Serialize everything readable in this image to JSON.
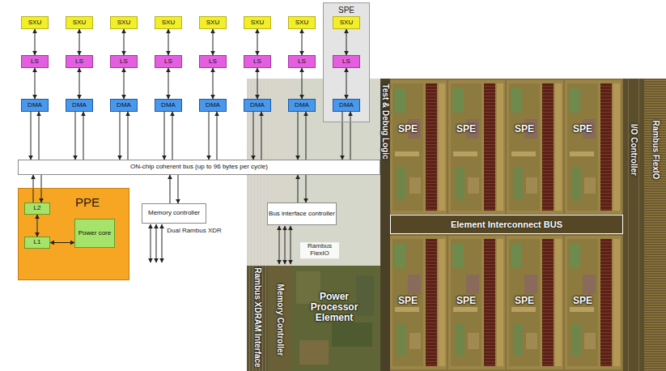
{
  "diagram": {
    "nodes": [
      {
        "text": [
          "SPE"
        ]
      },
      {
        "text": [
          "SXU"
        ]
      },
      {
        "text": [
          "SXU"
        ]
      },
      {
        "text": [
          "SXU"
        ]
      },
      {
        "text": [
          "SXU"
        ]
      },
      {
        "text": [
          "SXU"
        ]
      },
      {
        "text": [
          "SXU"
        ]
      },
      {
        "text": [
          "SXU"
        ]
      },
      {
        "text": [
          "SXU"
        ],
        "in": 0
      },
      {
        "text": [
          "LS"
        ]
      },
      {
        "text": [
          "LS"
        ]
      },
      {
        "text": [
          "LS"
        ]
      },
      {
        "text": [
          "LS"
        ]
      },
      {
        "text": [
          "LS"
        ]
      },
      {
        "text": [
          "LS"
        ]
      },
      {
        "text": [
          "LS"
        ]
      },
      {
        "text": [
          "LS"
        ],
        "in": 0
      },
      {
        "text": [
          "DMA"
        ]
      },
      {
        "text": [
          "DMA"
        ]
      },
      {
        "text": [
          "DMA"
        ]
      },
      {
        "text": [
          "DMA"
        ]
      },
      {
        "text": [
          "DMA"
        ]
      },
      {
        "text": [
          "DMA"
        ]
      },
      {
        "text": [
          "DMA"
        ]
      },
      {
        "text": [
          "DMA"
        ],
        "in": 0
      },
      {
        "text": [
          "ON-chip coherent bus (up to 96 bytes per cycle)"
        ]
      },
      {
        "text": [
          "PPE"
        ]
      },
      {
        "text": [
          "L2"
        ],
        "in": 26
      },
      {
        "text": [
          "L1"
        ],
        "in": 26
      },
      {
        "text": [
          "Power core"
        ],
        "in": 26
      },
      {
        "text": [
          "Memory controller"
        ]
      },
      {
        "text": [
          "Bus interface controller"
        ]
      },
      {
        "text": [
          "Element Interconnect BUS"
        ]
      }
    ],
    "edges": [
      {
        "from": 1,
        "to": 9,
        "arrow": "both"
      },
      {
        "from": 2,
        "to": 10,
        "arrow": "both"
      },
      {
        "from": 3,
        "to": 11,
        "arrow": "both"
      },
      {
        "from": 4,
        "to": 12,
        "arrow": "both"
      },
      {
        "from": 5,
        "to": 13,
        "arrow": "both"
      },
      {
        "from": 6,
        "to": 14,
        "arrow": "both"
      },
      {
        "from": 7,
        "to": 15,
        "arrow": "both"
      },
      {
        "from": 8,
        "to": 16,
        "arrow": "both"
      },
      {
        "from": 9,
        "to": 17,
        "arrow": "both"
      },
      {
        "from": 10,
        "to": 18,
        "arrow": "both"
      },
      {
        "from": 11,
        "to": 19,
        "arrow": "both"
      },
      {
        "from": 12,
        "to": 20,
        "arrow": "both"
      },
      {
        "from": 13,
        "to": 21,
        "arrow": "both"
      },
      {
        "from": 14,
        "to": 22,
        "arrow": "both"
      },
      {
        "from": 15,
        "to": 23,
        "arrow": "both"
      },
      {
        "from": 16,
        "to": 24,
        "arrow": "both"
      },
      {
        "from": 17,
        "to": 25,
        "arrow": "to"
      },
      {
        "from": 18,
        "to": 25,
        "arrow": "to"
      },
      {
        "from": 19,
        "to": 25,
        "arrow": "to"
      },
      {
        "from": 20,
        "to": 25,
        "arrow": "to"
      },
      {
        "from": 21,
        "to": 25,
        "arrow": "to"
      },
      {
        "from": 22,
        "to": 25,
        "arrow": "to"
      },
      {
        "from": 23,
        "to": 25,
        "arrow": "to"
      },
      {
        "from": 24,
        "to": 25,
        "arrow": "to"
      },
      {
        "from": 25,
        "to": 17,
        "arrow": "to"
      },
      {
        "from": 25,
        "to": 18,
        "arrow": "to"
      },
      {
        "from": 25,
        "to": 19,
        "arrow": "to"
      },
      {
        "from": 25,
        "to": 20,
        "arrow": "to"
      },
      {
        "from": 25,
        "to": 21,
        "arrow": "to"
      },
      {
        "from": 25,
        "to": 22,
        "arrow": "to"
      },
      {
        "from": 25,
        "to": 23,
        "arrow": "to"
      },
      {
        "from": 25,
        "to": 24,
        "arrow": "to"
      },
      {
        "from": 25,
        "to": 27,
        "arrow": "to"
      },
      {
        "from": 27,
        "to": 25,
        "arrow": "to"
      },
      {
        "from": 27,
        "to": 28,
        "arrow": "both"
      },
      {
        "from": 28,
        "to": 29,
        "arrow": "both"
      },
      {
        "from": 25,
        "to": 30,
        "arrow": "to"
      },
      {
        "from": 30,
        "to": 25,
        "arrow": "to"
      },
      {
        "from": 25,
        "to": 31,
        "arrow": "to"
      },
      {
        "from": 31,
        "to": 25,
        "arrow": "to"
      }
    ],
    "labels": [
      "Dual Rambus XDR",
      "Rambus FlexIO",
      "Test & Debug Logic",
      "SPE",
      "SPE",
      "SPE",
      "SPE",
      "SPE",
      "SPE",
      "SPE",
      "SPE",
      "Rambus XDRAM Interface",
      "Memory Controller",
      "Power Processor Element",
      "I/O Controller",
      "Rambus FlexIO"
    ]
  }
}
